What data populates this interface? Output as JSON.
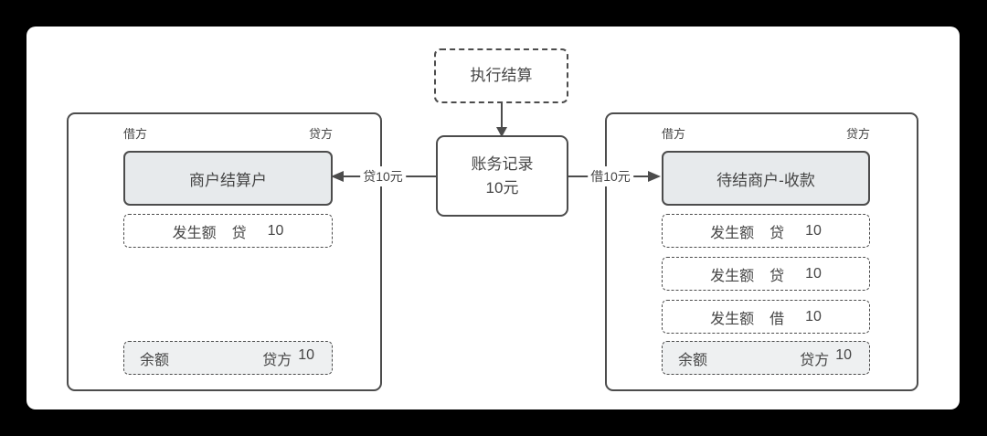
{
  "colors": {
    "canvas_bg": "#000000",
    "page_bg": "#ffffff",
    "stroke": "#4c4c4c",
    "text": "#454545",
    "header_fill": "#e7eaec",
    "balance_fill": "#eef0f1"
  },
  "settlement_action": {
    "label": "执行结算"
  },
  "ledger_record": {
    "line1": "账务记录",
    "line2": "10元"
  },
  "edges": {
    "credit_label": "贷10元",
    "debit_label": "借10元"
  },
  "left_account": {
    "debit_header": "借方",
    "credit_header": "贷方",
    "title": "商户结算户",
    "entries": [
      {
        "label": "发生额",
        "side": "贷",
        "amount": "10"
      }
    ],
    "balance": {
      "label": "余额",
      "side": "贷方",
      "amount": "10"
    }
  },
  "right_account": {
    "debit_header": "借方",
    "credit_header": "贷方",
    "title": "待结商户-收款",
    "entries": [
      {
        "label": "发生额",
        "side": "贷",
        "amount": "10"
      },
      {
        "label": "发生额",
        "side": "贷",
        "amount": "10"
      },
      {
        "label": "发生额",
        "side": "借",
        "amount": "10"
      }
    ],
    "balance": {
      "label": "余额",
      "side": "贷方",
      "amount": "10"
    }
  }
}
